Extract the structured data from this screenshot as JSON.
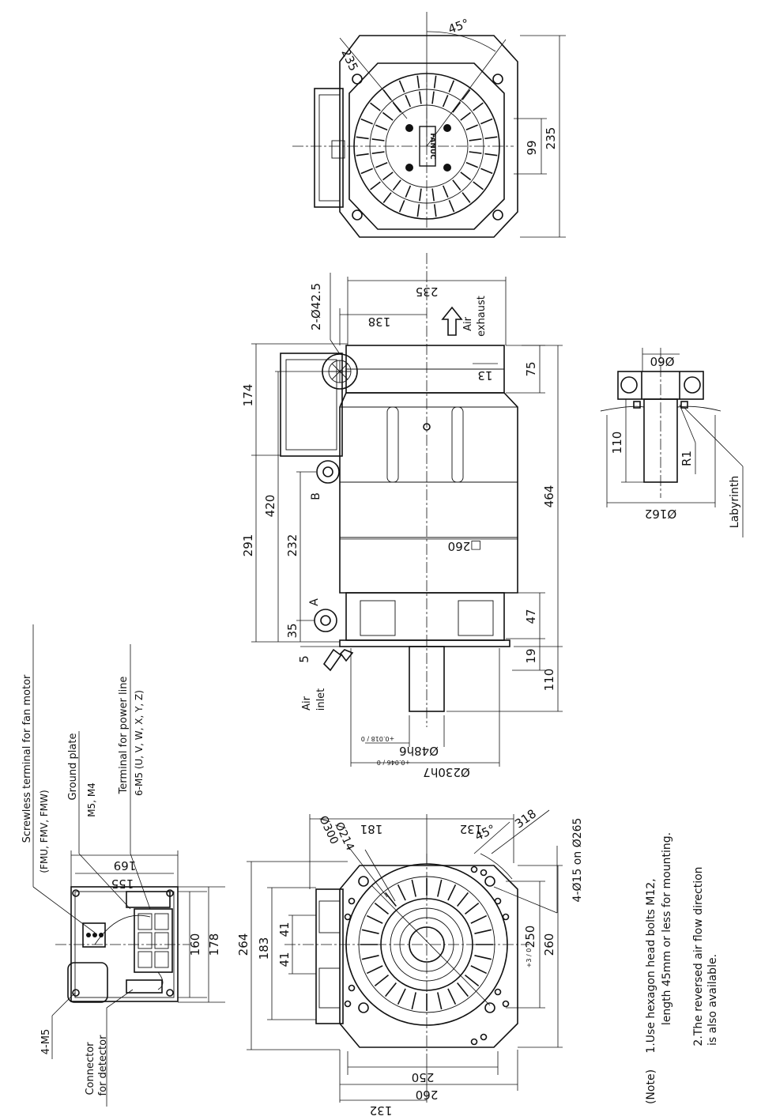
{
  "top_view": {
    "angle": "45°",
    "pcd": "235",
    "dim_99": "99",
    "dim_235": "235",
    "logo": "FANUC"
  },
  "side_view": {
    "d_235": "235",
    "d_138": "138",
    "holes": "2-Ø42.5",
    "air_exhaust": [
      "Air",
      "exhaust"
    ],
    "d_13": "13",
    "d_75": "75",
    "d_174": "174",
    "d_420": "420",
    "d_291": "291",
    "d_232": "232",
    "d_35": "35",
    "d_5": "5",
    "label_b": "B",
    "label_a": "A",
    "sq_260": "□260",
    "d_464": "464",
    "d_47": "47",
    "d_19": "19",
    "d_110": "110",
    "air_inlet": [
      "Air",
      "inlet"
    ],
    "shaft": "Ø48h6",
    "shaft_tol": "+0.018 / 0",
    "spigot": "Ø230h7",
    "spigot_tol": "+0.046 / 0"
  },
  "detail": {
    "d_060": "Ø60",
    "d_110": "110",
    "r1": "R1",
    "d_0162": "Ø162",
    "labyrinth": "Labyrinth"
  },
  "terminal_box": {
    "fan_terminal": "Screwless terminal for fan motor",
    "fan_terminal_sub": "(FMU, FMV, FMW)",
    "ground_plate": "Ground plate",
    "ground_sizes": "M5, M4",
    "power_terminal": "Terminal for power line",
    "power_sub": "6-M5 (U, V, W, X, Y, Z)",
    "d_169": "169",
    "d_155": "155",
    "d_160": "160",
    "d_178": "178",
    "m5": "4-M5",
    "connector": [
      "Connector",
      "for detector"
    ]
  },
  "front_view": {
    "d_0300": "Ø300",
    "d_0214": "Ø214",
    "d_181": "181",
    "d_132_top": "132",
    "angle": "45°",
    "d_318": "318",
    "holes": "4-Ø15 on Ø265",
    "d_264": "264",
    "d_183": "183",
    "d_41a": "41",
    "d_41b": "41",
    "d_250_right": "250",
    "d_250_tol": "+3 / 0",
    "d_260_right": "260",
    "d_250_bottom": "250",
    "d_260_bottom": "260",
    "d_132_bottom": "132"
  },
  "notes": {
    "title": "(Note)",
    "note1_a": "1.Use hexagon head bolts M12,",
    "note1_b": "length 45mm or less for mounting.",
    "note2_a": "2.The reversed air flow direction",
    "note2_b": "is also available."
  }
}
